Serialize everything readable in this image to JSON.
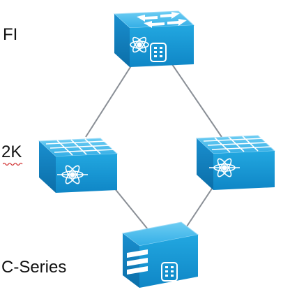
{
  "labels": {
    "fi": "FI",
    "fex": "2K",
    "cseries": "C-Series"
  },
  "colors": {
    "top": "#3eb6ea",
    "top_light": "#63c8f1",
    "side_front": "#1799d6",
    "side_dark": "#0d79b5",
    "edge_light": "#9fdcf7",
    "link": "#8a8f96",
    "text": "#111111",
    "spellcheck": "#d23a3a"
  },
  "icons": {
    "fi_device": "fabric-interconnect-icon",
    "fex_left": "fabric-extender-icon",
    "fex_right": "fabric-extender-icon",
    "server": "rack-server-icon"
  }
}
